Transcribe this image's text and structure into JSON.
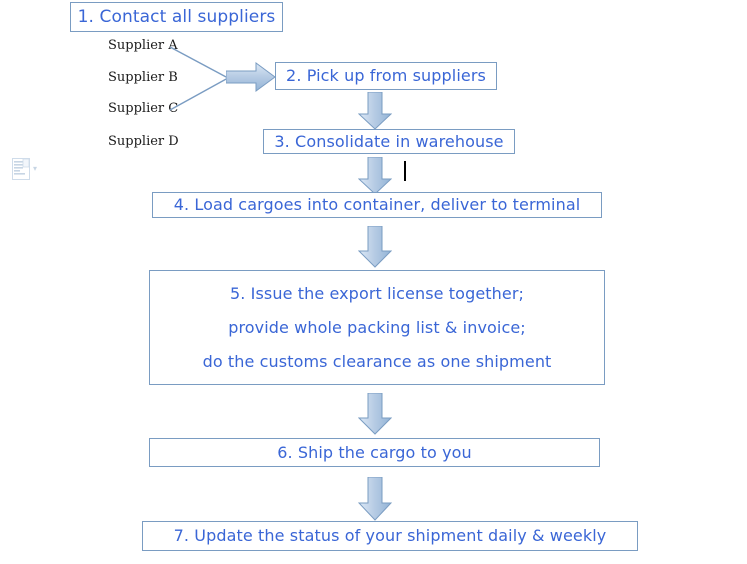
{
  "page": {
    "title": "Shipment Process Flowchart",
    "background_color": "#ffffff",
    "box_text_color": "#3a66d6",
    "box_border_color": "#7a9cc2",
    "arrow_fill_color": "#b9cde5",
    "arrow_border_color": "#7a9cc2",
    "supplier_text_color": "#1a1a1a",
    "connector_line_color": "#7a9cc2"
  },
  "steps": [
    {
      "id": "step-1",
      "label": "1. Contact all suppliers"
    },
    {
      "id": "step-2",
      "label": "2. Pick up from suppliers"
    },
    {
      "id": "step-3",
      "label": "3. Consolidate in warehouse"
    },
    {
      "id": "step-4",
      "label": "4.  Load cargoes into container, deliver to terminal"
    },
    {
      "id": "step-5",
      "lines": [
        "5.  Issue the export license together;",
        "provide whole packing list & invoice;",
        "do the customs clearance as one shipment"
      ]
    },
    {
      "id": "step-6",
      "label": "6.  Ship the cargo to you"
    },
    {
      "id": "step-7",
      "label": "7.  Update the status of your shipment daily & weekly"
    }
  ],
  "suppliers": [
    {
      "id": "supplier-a",
      "label": "Supplier A"
    },
    {
      "id": "supplier-b",
      "label": "Supplier B"
    },
    {
      "id": "supplier-c",
      "label": "Supplier C"
    },
    {
      "id": "supplier-d",
      "label": "Supplier D"
    }
  ],
  "connectors": {
    "merge_arrow_label": "merge-to-pickup-arrow",
    "down_arrows": [
      "arrow-step2-to-step3",
      "arrow-step3-to-step4",
      "arrow-step4-to-step5",
      "arrow-step5-to-step6",
      "arrow-step6-to-step7"
    ]
  },
  "overlay": {
    "paste_options_icon": "paste-options-icon",
    "paste_options_chevron": "▾",
    "text_caret": "text-caret"
  }
}
